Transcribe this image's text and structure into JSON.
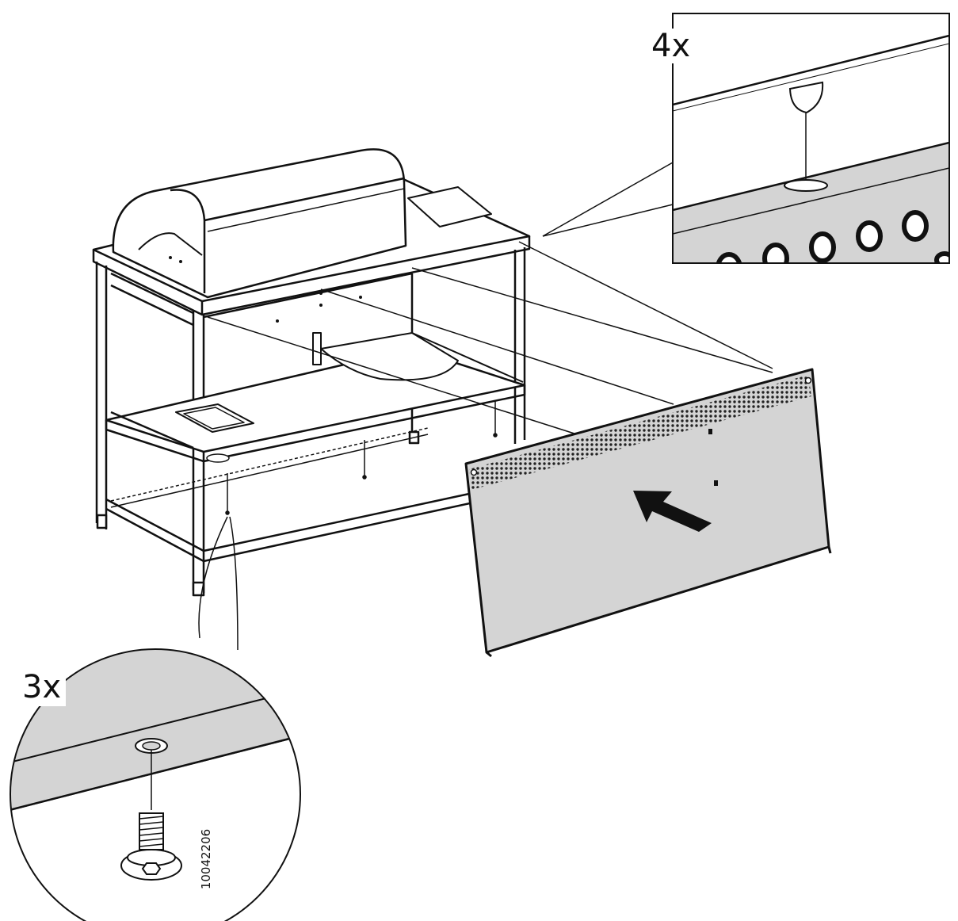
{
  "detail_top_right": {
    "quantity_label": "4x"
  },
  "detail_bottom_left": {
    "quantity_label": "3x"
  },
  "part_number": "10042206",
  "colors": {
    "line": "#111111",
    "panel_fill": "#d4d4d4",
    "background": "#ffffff"
  },
  "icons": [
    "grill-cart-frame",
    "back-panel",
    "push-arrow",
    "screw",
    "washer"
  ]
}
